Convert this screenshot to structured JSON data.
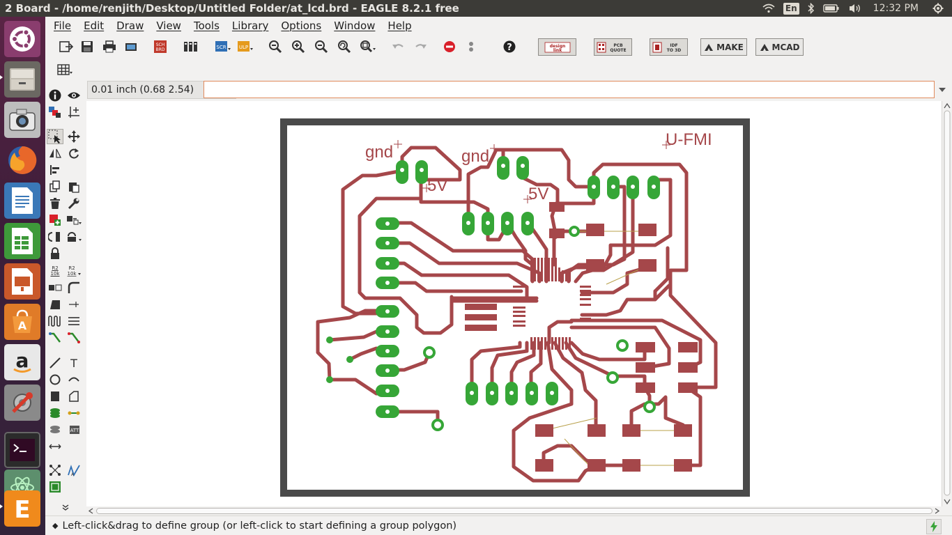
{
  "window": {
    "title": "2 Board - /home/renjith/Desktop/Untitled Folder/at_lcd.brd - EAGLE 8.2.1 free"
  },
  "system": {
    "keyboard_layout": "En",
    "clock": "12:32 PM"
  },
  "menu": [
    "File",
    "Edit",
    "Draw",
    "View",
    "Tools",
    "Library",
    "Options",
    "Window",
    "Help"
  ],
  "toolbar": {
    "sch_brd_label": "SCH BRD",
    "scr_label": "SCR",
    "ulp_label": "ULP",
    "designlink_label": "design link",
    "pcbquote_label": "PCB QUOTE",
    "idf_label": "IDF TO 3D",
    "make_label": "MAKE",
    "mcad_label": "MCAD"
  },
  "coordinate_display": "0.01 inch (0.68 2.54)",
  "command_line": {
    "value": ""
  },
  "board": {
    "labels": {
      "gnd_left": "gnd",
      "five_v_left": "5V",
      "gnd_right": "gnd",
      "five_v_right": "5V",
      "board_name": "U-FMI"
    },
    "colors": {
      "outline": "#4a4a4a",
      "trace": "#a5474a",
      "pad": "#36a637",
      "smd": "#a5474a"
    }
  },
  "palette": {
    "label_r2_10k": "R2 10k",
    "text_tool": "T"
  },
  "status": {
    "message": "Left-click&drag to define group (or left-click to start defining a group polygon)"
  },
  "launcher": [
    "ubuntu-dash",
    "files",
    "screenshot",
    "firefox",
    "writer",
    "calc",
    "impress",
    "software-center",
    "amazon",
    "system-settings",
    "terminal",
    "atom",
    "eagle"
  ]
}
